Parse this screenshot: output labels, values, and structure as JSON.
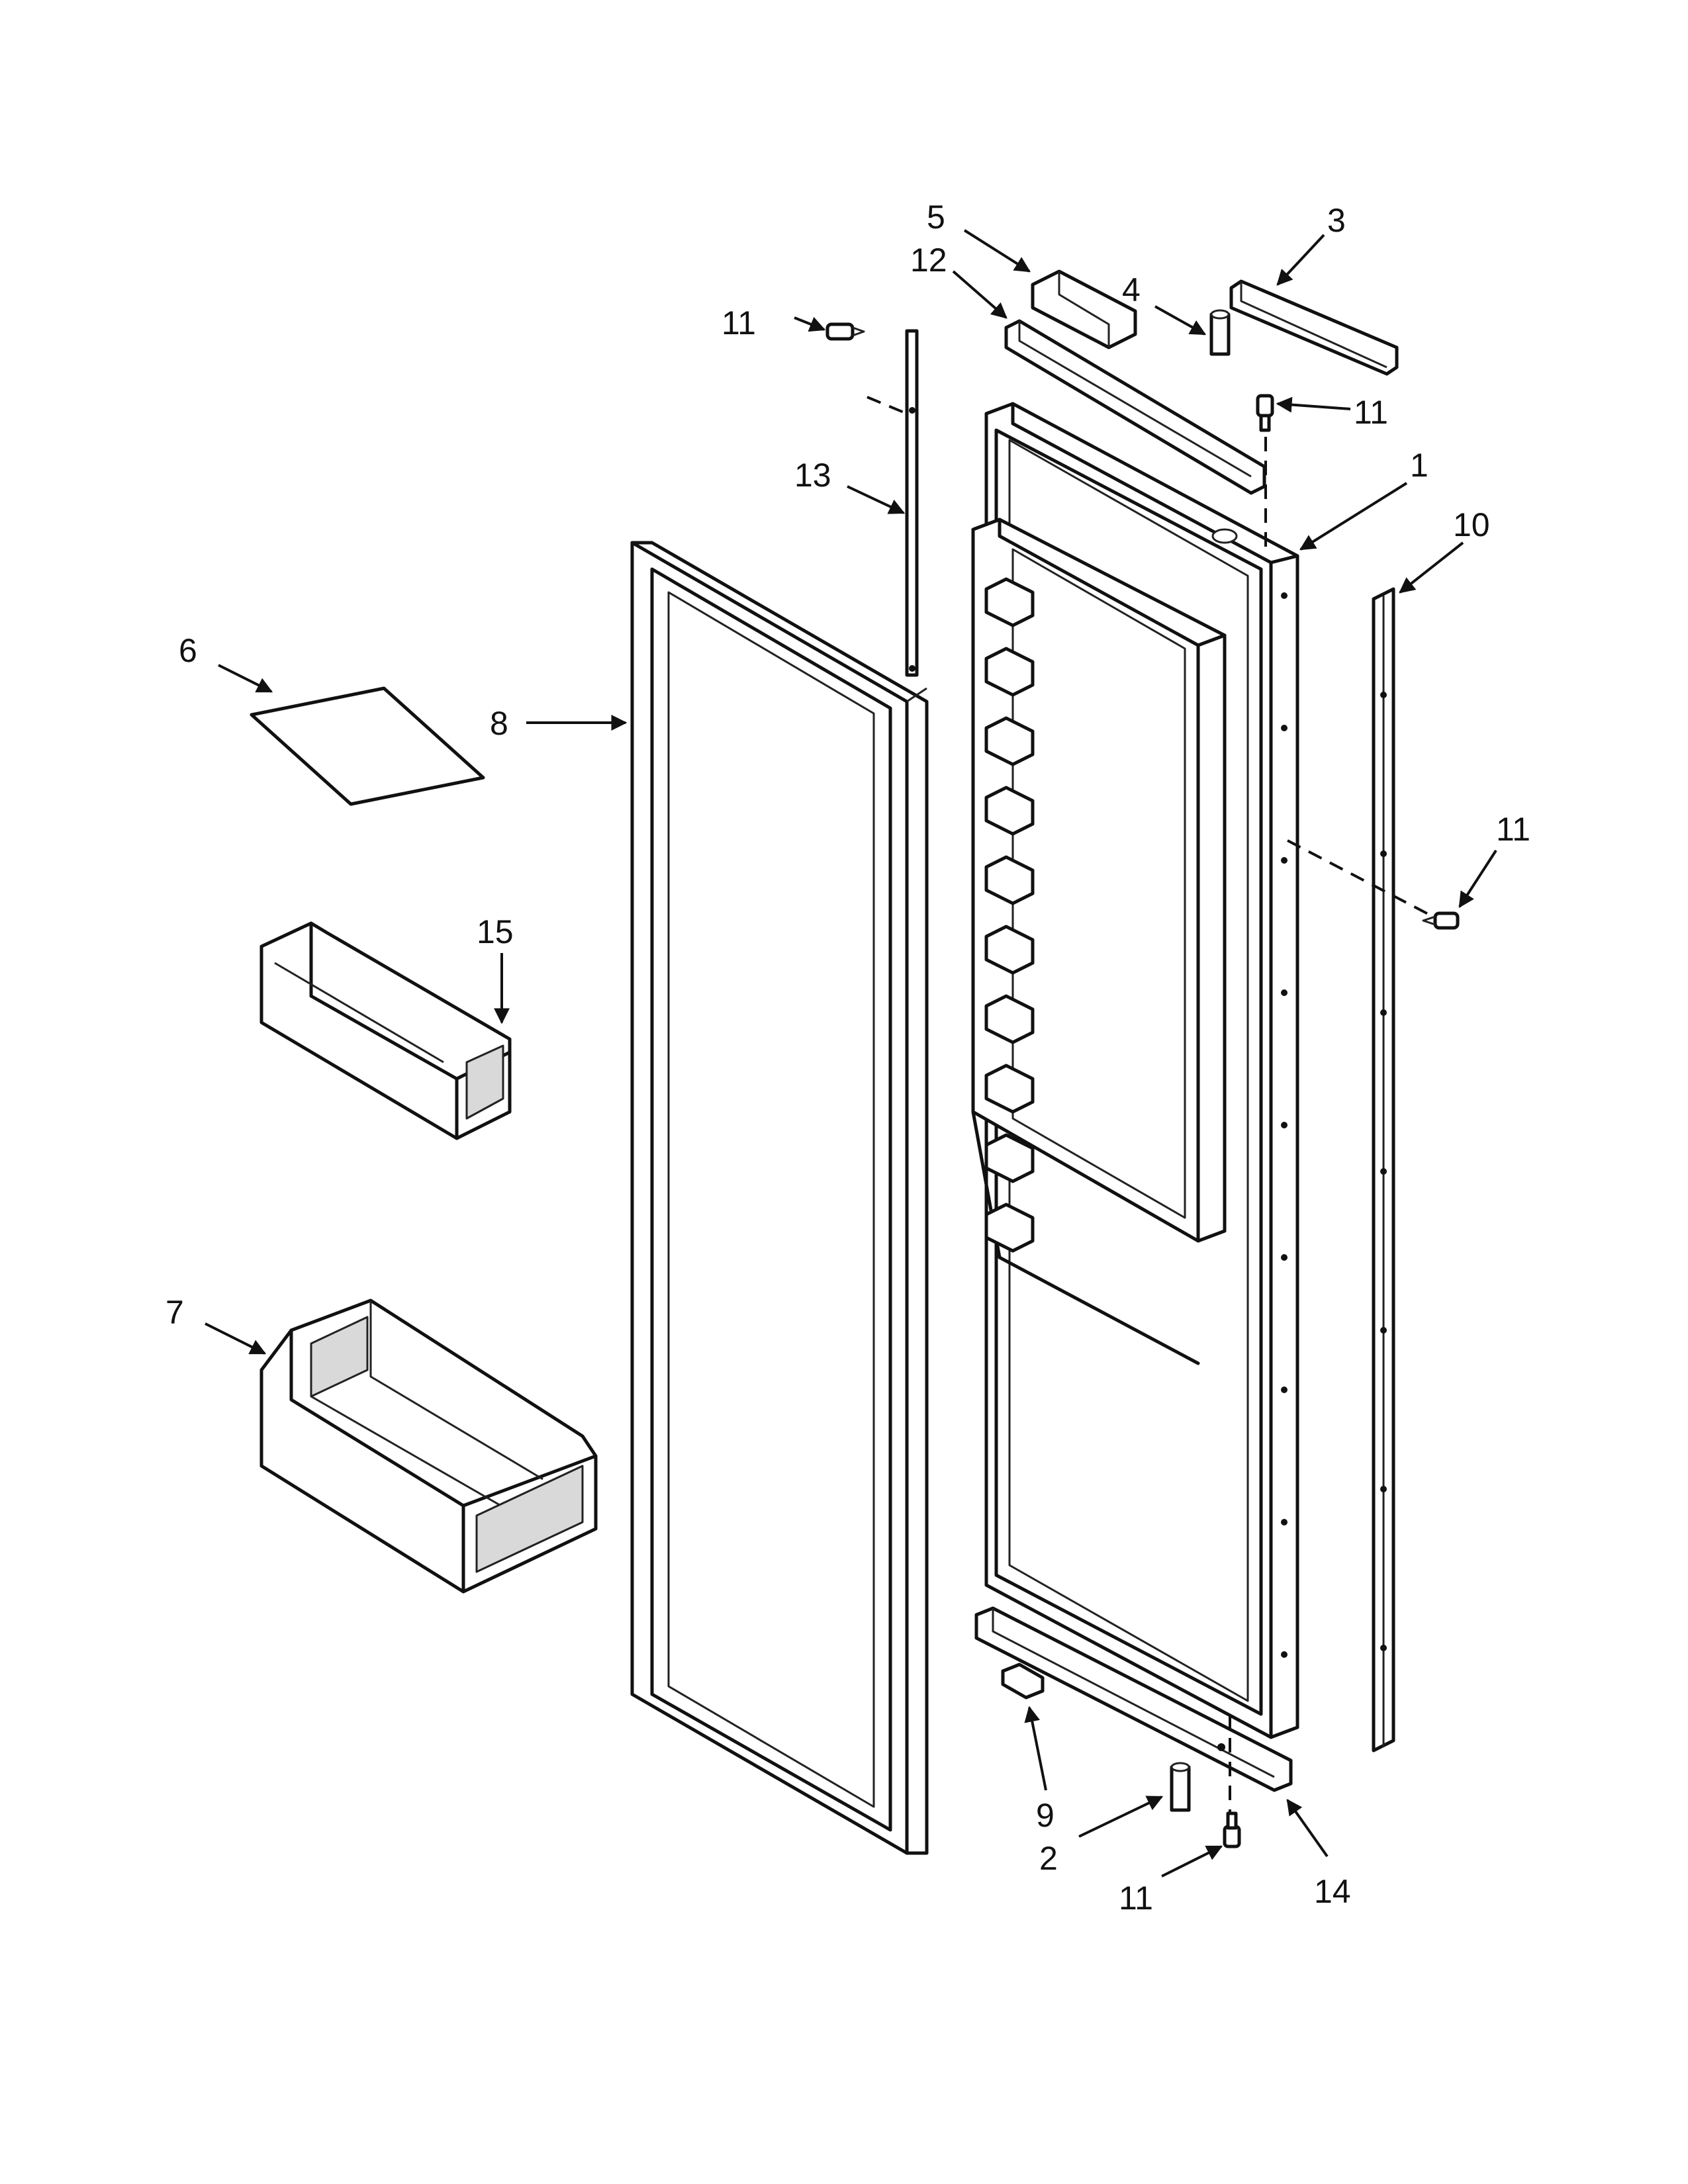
{
  "callouts": {
    "c1": "1",
    "c2": "2",
    "c3": "3",
    "c4": "4",
    "c5": "5",
    "c6": "6",
    "c7": "7",
    "c8": "8",
    "c9": "9",
    "c10": "10",
    "c11a": "11",
    "c11b": "11",
    "c11c": "11",
    "c11d": "11",
    "c12": "12",
    "c13": "13",
    "c14": "14",
    "c15": "15"
  },
  "colors": {
    "line": "#111111",
    "background": "#ffffff",
    "shade": "#d9d9d9"
  }
}
